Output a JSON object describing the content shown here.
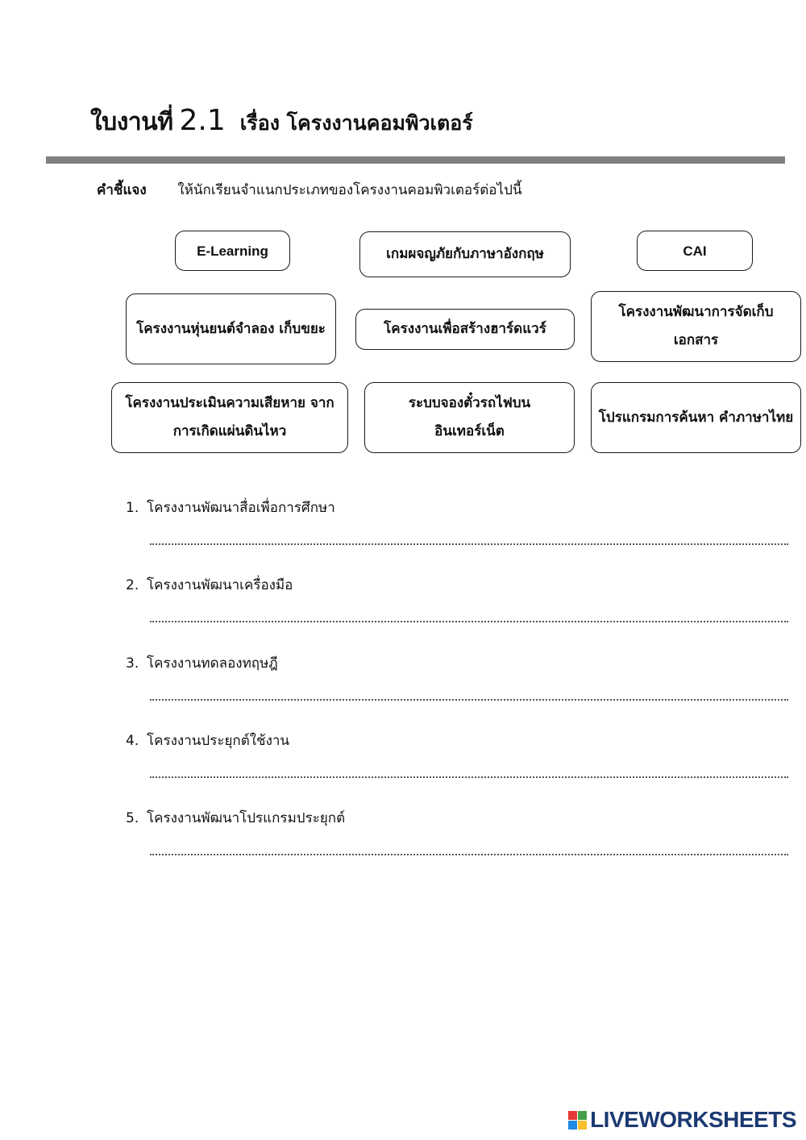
{
  "title": {
    "main": "ใบงานที่",
    "number": "2.1",
    "sub": "เรื่อง โครงงานคอมพิวเตอร์"
  },
  "instruction": {
    "label": "คำชี้แจง",
    "text": "ให้นักเรียนจำแนกประเภทของโครงงานคอมพิวเตอร์ต่อไปนี้"
  },
  "cards": [
    "E-Learning",
    "เกมผจญภัยกับภาษาอังกฤษ",
    "CAI",
    "โครงงานหุ่นยนต์จำลอง เก็บขยะ",
    "โครงงานเพื่อสร้างฮาร์ดแวร์",
    "โครงงานพัฒนาการจัดเก็บ เอกสาร",
    "โครงงานประเมินความเสียหาย จากการเกิดแผ่นดินไหว",
    "ระบบจองตั๋วรถไฟบน อินเทอร์เน็ต",
    "โปรแกรมการค้นหา คำภาษาไทย"
  ],
  "questions": [
    {
      "num": "1.",
      "text": "โครงงานพัฒนาสื่อเพื่อการศึกษา"
    },
    {
      "num": "2.",
      "text": "โครงงานพัฒนาเครื่องมือ"
    },
    {
      "num": "3.",
      "text": "โครงงานทดลองทฤษฎี"
    },
    {
      "num": "4.",
      "text": "โครงงานประยุกต์ใช้งาน"
    },
    {
      "num": "5.",
      "text": "โครงงานพัฒนาโปรแกรมประยุกต์"
    }
  ],
  "brand": {
    "name": "LIVEWORKSHEETS",
    "logo_colors": [
      "#e53935",
      "#43a047",
      "#1e88e5",
      "#fbc02d"
    ]
  }
}
